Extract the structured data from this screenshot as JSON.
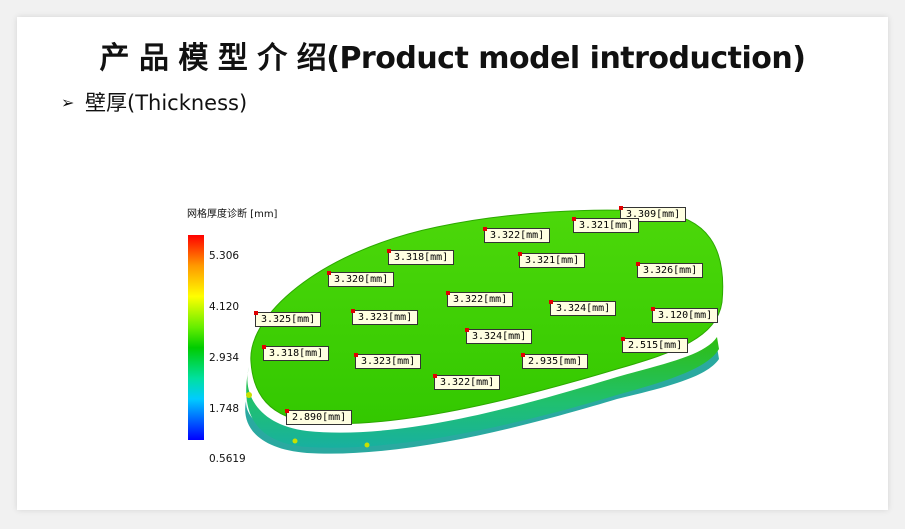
{
  "slide": {
    "title": "产 品 模 型 介 绍(Product model introduction)",
    "bullet": {
      "icon": "arrow-bullet-icon",
      "text": "壁厚(Thickness)"
    }
  },
  "legend": {
    "title": "网格厚度诊断 [mm]",
    "ticks": [
      "5.306",
      "4.120",
      "2.934",
      "1.748",
      "0.5619"
    ],
    "colors": [
      "#ff0000",
      "#ffff00",
      "#00cc00",
      "#00ccff",
      "#0000ff"
    ]
  },
  "probes": [
    {
      "label": "3.309[mm]"
    },
    {
      "label": "3.321[mm]"
    },
    {
      "label": "3.322[mm]"
    },
    {
      "label": "3.318[mm]"
    },
    {
      "label": "3.321[mm]"
    },
    {
      "label": "3.326[mm]"
    },
    {
      "label": "3.320[mm]"
    },
    {
      "label": "3.322[mm]"
    },
    {
      "label": "3.324[mm]"
    },
    {
      "label": "3.325[mm]"
    },
    {
      "label": "3.323[mm]"
    },
    {
      "label": "3.120[mm]"
    },
    {
      "label": "3.324[mm]"
    },
    {
      "label": "2.515[mm]"
    },
    {
      "label": "3.318[mm]"
    },
    {
      "label": "3.323[mm]"
    },
    {
      "label": "2.935[mm]"
    },
    {
      "label": "3.322[mm]"
    },
    {
      "label": "2.890[mm]"
    }
  ]
}
